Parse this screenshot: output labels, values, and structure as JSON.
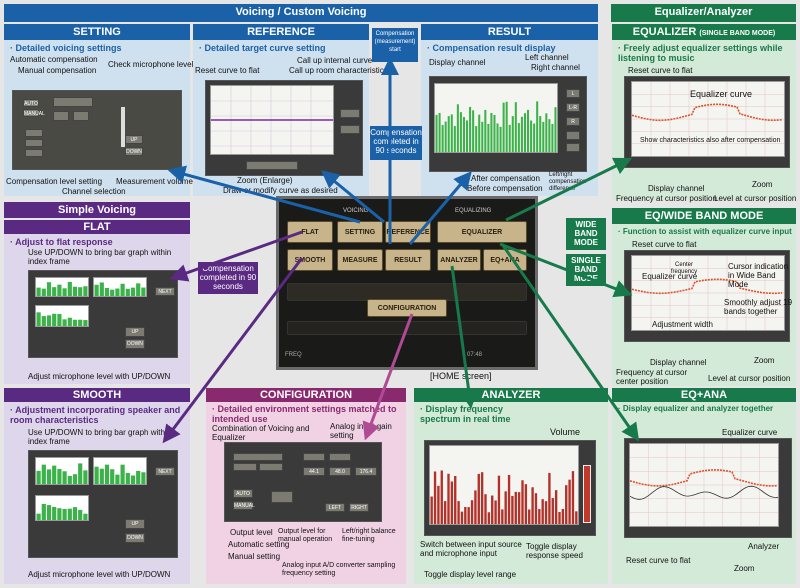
{
  "top_bar": {
    "voicing_title": "Voicing / Custom Voicing",
    "eq_title": "Equalizer/Analyzer"
  },
  "setting": {
    "title": "SETTING",
    "subtitle": "· Detailed voicing settings",
    "labels": [
      "Automatic compensation",
      "Manual compensation",
      "Check microphone level",
      "Compensation level setting",
      "Channel selection",
      "Measurement volume"
    ]
  },
  "reference": {
    "title": "REFERENCE",
    "subtitle": "· Detailed target curve setting",
    "labels": [
      "Reset curve to flat",
      "Call up internal curve",
      "Call up room characteristics",
      "Zoom (Enlarge)",
      "Draw or modify curve as desired"
    ]
  },
  "comp_start": {
    "text": "Compensation (measurement) start"
  },
  "result": {
    "title": "RESULT",
    "subtitle": "· Compensation result display",
    "labels": [
      "Display channel",
      "Left channel",
      "Right channel",
      "After compensation",
      "Before compensation",
      "Left/right compensation difference"
    ]
  },
  "comp_done_blue": {
    "text": "Compensation completed in 90 seconds"
  },
  "simple_voicing": {
    "title": "Simple Voicing"
  },
  "flat": {
    "title": "FLAT",
    "subtitle": "· Adjust to flat response",
    "desc": "Use UP/DOWN to bring bar graph within index frame",
    "footer": "Adjust microphone level with UP/DOWN"
  },
  "comp_done_purple": {
    "text": "Compensation completed in 90 seconds"
  },
  "smooth": {
    "title": "SMOOTH",
    "subtitle": "· Adjustment incorporating speaker and room characteristics",
    "desc": "Use UP/DOWN to bring bar graph within index frame",
    "footer": "Adjust microphone level with UP/DOWN"
  },
  "home": {
    "voicing_label": "VOICING",
    "equalizing_label": "EQUALIZING",
    "buttons": [
      "FLAT",
      "SETTING",
      "REFERENCE",
      "SMOOTH",
      "MEASURE",
      "RESULT",
      "EQUALIZER",
      "ANALYZER",
      "EQ+ANA",
      "CONFIGURATION"
    ],
    "caption": "[HOME screen]",
    "freq_readout": "FREQ",
    "time_readout": "07:48"
  },
  "configuration": {
    "title": "CONFIGURATION",
    "subtitle": "· Detailed environment settings matched to intended use",
    "labels": [
      "Combination of Voicing and Equalizer",
      "Analog input gain setting",
      "Output level",
      "Automatic setting",
      "Manual setting",
      "Output level for manual operation",
      "Left/right balance fine-tuning",
      "Analog input A/D converter sampling frequency setting"
    ]
  },
  "equalizer": {
    "title": "EQUALIZER",
    "title_small": "(SINGLE BAND MODE)",
    "subtitle": "· Freely adjust equalizer settings while listening to music",
    "labels": [
      "Reset curve to flat",
      "Equalizer curve",
      "Show characteristics also after compensation",
      "Display channel",
      "Zoom",
      "Frequency at cursor position",
      "Level at cursor position"
    ]
  },
  "mode_tags": {
    "wide": "WIDE BAND MODE",
    "single": "SINGLE BAND MODE"
  },
  "wide": {
    "title": "EQ/WIDE BAND MODE",
    "subtitle": "· Function to assist with equalizer curve input",
    "labels": [
      "Reset curve to flat",
      "Equalizer curve",
      "Cursor indication in Wide Band Mode",
      "Center frequency",
      "Smoothly adjust 19 bands together",
      "Adjustment width",
      "Display channel",
      "Zoom",
      "Frequency at cursor center position",
      "Level at cursor position"
    ]
  },
  "analyzer": {
    "title": "ANALYZER",
    "subtitle": "· Display frequency spectrum in real time",
    "labels": [
      "Volume",
      "Switch between input source and microphone input",
      "Toggle display response speed",
      "Toggle display level range"
    ]
  },
  "eqana": {
    "title": "EQ+ANA",
    "subtitle": "· Display equalizer and analyzer together",
    "labels": [
      "Equalizer curve",
      "Analyzer",
      "Zoom",
      "Reset curve to flat"
    ]
  },
  "colors": {
    "blue": "#1b61a8",
    "green": "#187a4a",
    "purple": "#5a2a83",
    "magenta": "#8a2a6e"
  }
}
